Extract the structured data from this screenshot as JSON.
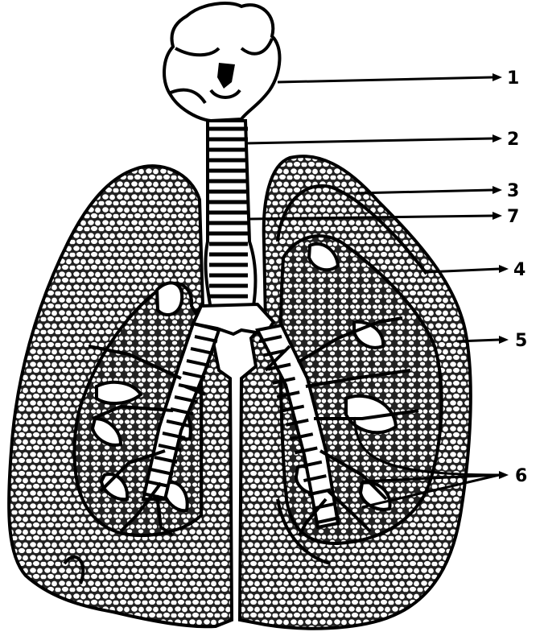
{
  "diagram": {
    "subject": "",
    "colors": {
      "ink": "#000000",
      "paper": "#ffffff"
    },
    "callouts": [
      {
        "id": "c1",
        "label": "1"
      },
      {
        "id": "c2",
        "label": "2"
      },
      {
        "id": "c3",
        "label": "3"
      },
      {
        "id": "c7",
        "label": "7"
      },
      {
        "id": "c4",
        "label": "4"
      },
      {
        "id": "c5",
        "label": "5"
      },
      {
        "id": "c6",
        "label": "6"
      }
    ]
  }
}
